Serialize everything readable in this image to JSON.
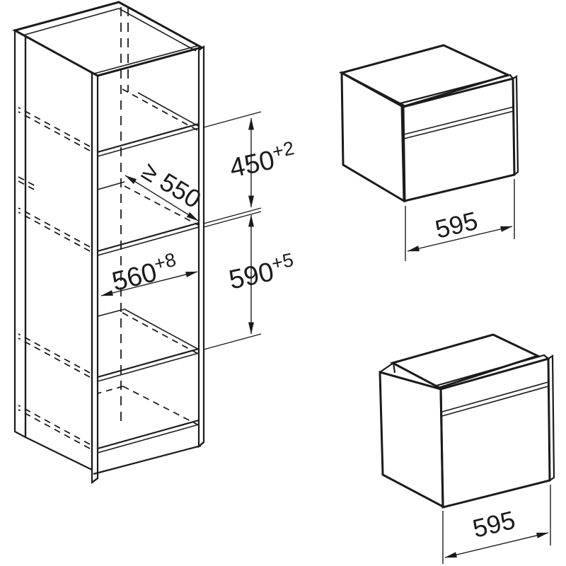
{
  "dimensions": {
    "niche_height_upper": {
      "base": "450",
      "sup": "+2"
    },
    "niche_height_lower": {
      "base": "590",
      "sup": "+5"
    },
    "min_depth": {
      "label": "≥ 550"
    },
    "niche_width": {
      "base": "560",
      "sup": "+8"
    },
    "appliance_width_top": {
      "label": "595"
    },
    "appliance_width_bottom": {
      "label": "595"
    }
  }
}
